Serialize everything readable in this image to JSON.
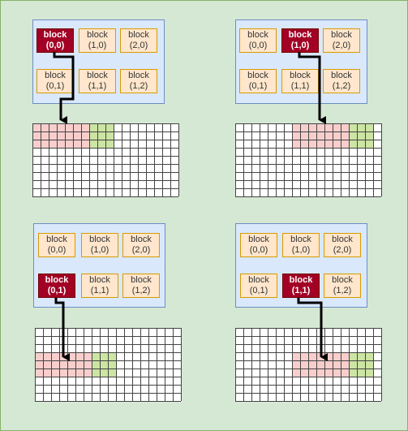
{
  "colors": {
    "background": "#d5e8d4",
    "background_border": "#82b366",
    "panel_fill": "#dae8fc",
    "panel_border": "#6c8ebf",
    "block_fill": "#ffe6cc",
    "block_border": "#d79b00",
    "active_block_fill": "#a20025",
    "active_block_border": "#6f0000",
    "highlight_red": "#f8cecc",
    "highlight_green": "#cce5a3",
    "grid_line": "#444444",
    "arrow": "#000000"
  },
  "grid": {
    "cols": 18,
    "rows": 9
  },
  "block_word": "block",
  "examples": [
    {
      "blocks": [
        {
          "label": "block",
          "coord": "(0,0)",
          "active": true
        },
        {
          "label": "block",
          "coord": "(1,0)",
          "active": false
        },
        {
          "label": "block",
          "coord": "(2,0)",
          "active": false
        },
        {
          "label": "block",
          "coord": "(0,1)",
          "active": false
        },
        {
          "label": "block",
          "coord": "(1,1)",
          "active": false
        },
        {
          "label": "block",
          "coord": "(1,2)",
          "active": false
        }
      ],
      "highlight": {
        "row_start": 0,
        "row_count": 3,
        "red_col_start": 0,
        "red_col_count": 7,
        "green_col_start": 7,
        "green_col_count": 3
      }
    },
    {
      "blocks": [
        {
          "label": "block",
          "coord": "(0,0)",
          "active": false
        },
        {
          "label": "block",
          "coord": "(1,0)",
          "active": true
        },
        {
          "label": "block",
          "coord": "(2,0)",
          "active": false
        },
        {
          "label": "block",
          "coord": "(0,1)",
          "active": false
        },
        {
          "label": "block",
          "coord": "(1,1)",
          "active": false
        },
        {
          "label": "block",
          "coord": "(1,2)",
          "active": false
        }
      ],
      "highlight": {
        "row_start": 0,
        "row_count": 3,
        "red_col_start": 7,
        "red_col_count": 7,
        "green_col_start": 14,
        "green_col_count": 3
      }
    },
    {
      "blocks": [
        {
          "label": "block",
          "coord": "(0,0)",
          "active": false
        },
        {
          "label": "block",
          "coord": "(1,0)",
          "active": false
        },
        {
          "label": "block",
          "coord": "(2,0)",
          "active": false
        },
        {
          "label": "block",
          "coord": "(0,1)",
          "active": true
        },
        {
          "label": "block",
          "coord": "(1,1)",
          "active": false
        },
        {
          "label": "block",
          "coord": "(1,2)",
          "active": false
        }
      ],
      "highlight": {
        "row_start": 3,
        "row_count": 3,
        "red_col_start": 0,
        "red_col_count": 7,
        "green_col_start": 7,
        "green_col_count": 3
      }
    },
    {
      "blocks": [
        {
          "label": "block",
          "coord": "(0,0)",
          "active": false
        },
        {
          "label": "block",
          "coord": "(1,0)",
          "active": false
        },
        {
          "label": "block",
          "coord": "(2,0)",
          "active": false
        },
        {
          "label": "block",
          "coord": "(0,1)",
          "active": false
        },
        {
          "label": "block",
          "coord": "(1,1)",
          "active": true
        },
        {
          "label": "block",
          "coord": "(1,2)",
          "active": false
        }
      ],
      "highlight": {
        "row_start": 3,
        "row_count": 3,
        "red_col_start": 7,
        "red_col_count": 7,
        "green_col_start": 14,
        "green_col_count": 3
      }
    }
  ]
}
